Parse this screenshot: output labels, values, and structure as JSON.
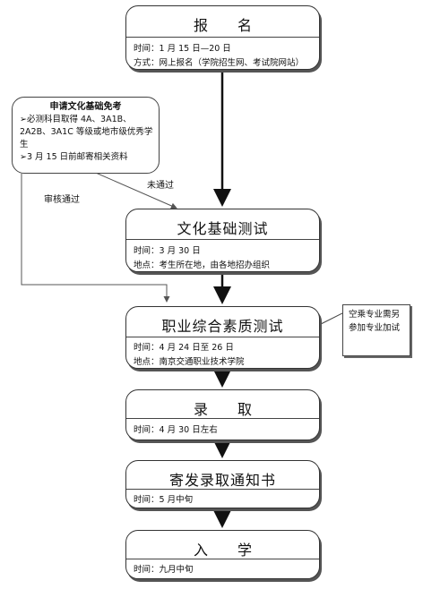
{
  "stages": [
    {
      "title": "报 名",
      "lines": [
        "时间：1 月 15 日—20 日",
        "方式：网上报名（学院招生网、考试院网站）"
      ]
    },
    {
      "title": "文化基础测试",
      "lines": [
        "时间：3 月 30 日",
        "地点：考生所在地，由各地招办组织"
      ]
    },
    {
      "title": "职业综合素质测试",
      "lines": [
        "时间：4 月 24 日至 26 日",
        "地点：南京交通职业技术学院"
      ]
    },
    {
      "title": "录 取",
      "lines": [
        "时间：4 月 30 日左右"
      ]
    },
    {
      "title": "寄发录取通知书",
      "lines": [
        "时间：5 月中旬"
      ]
    },
    {
      "title": "入 学",
      "lines": [
        "时间：九月中旬"
      ]
    }
  ],
  "exemption": {
    "title": "申请文化基础免考",
    "bullets": [
      "➢必测科目取得 4A、3A1B、2A2B、3A1C 等级或地市级优秀学生",
      "➢3 月 15 日前邮寄相关资料"
    ]
  },
  "labels": {
    "not_passed": "未通过",
    "review_passed": "审核通过"
  },
  "note": "空乘专业需另参加专业加试"
}
